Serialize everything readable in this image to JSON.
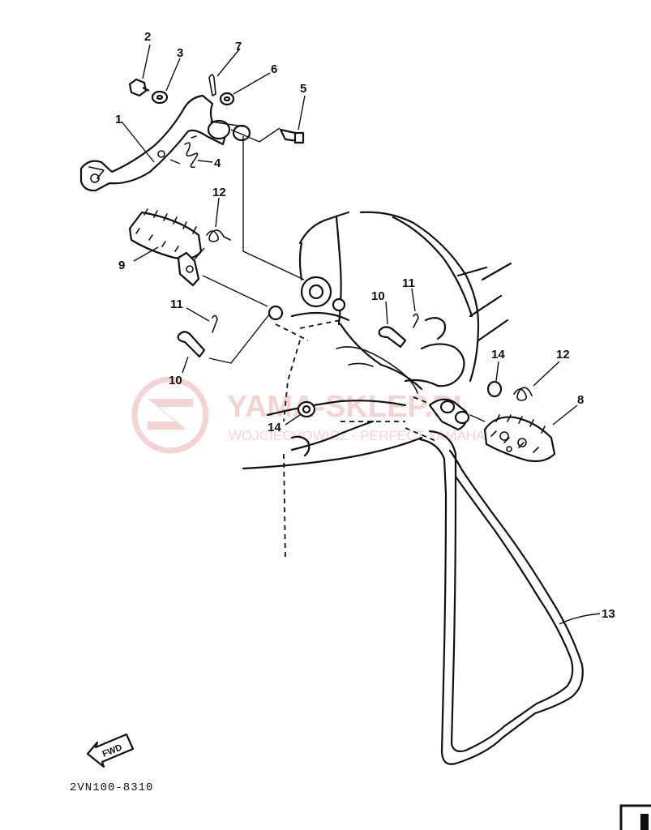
{
  "diagram": {
    "callouts": [
      {
        "id": "c1",
        "label": "1"
      },
      {
        "id": "c2",
        "label": "2"
      },
      {
        "id": "c3",
        "label": "3"
      },
      {
        "id": "c4",
        "label": "4"
      },
      {
        "id": "c5",
        "label": "5"
      },
      {
        "id": "c6",
        "label": "6"
      },
      {
        "id": "c7",
        "label": "7"
      },
      {
        "id": "c8",
        "label": "8"
      },
      {
        "id": "c9",
        "label": "9"
      },
      {
        "id": "c10a",
        "label": "10"
      },
      {
        "id": "c10b",
        "label": "10"
      },
      {
        "id": "c11a",
        "label": "11"
      },
      {
        "id": "c11b",
        "label": "11"
      },
      {
        "id": "c12a",
        "label": "12"
      },
      {
        "id": "c12b",
        "label": "12"
      },
      {
        "id": "c13",
        "label": "13"
      },
      {
        "id": "c14a",
        "label": "14"
      },
      {
        "id": "c14b",
        "label": "14"
      }
    ],
    "fwd_label": "FWD",
    "diagram_code": "2VN100-8310",
    "watermark": {
      "title": "YAMA-SKLEP.PL",
      "subtitle": "WOJCIECHOWICZ - PERFECT YAMAHA"
    },
    "colors": {
      "line": "#111111",
      "watermark": "#e8a0a4",
      "background": "#ffffff"
    }
  }
}
